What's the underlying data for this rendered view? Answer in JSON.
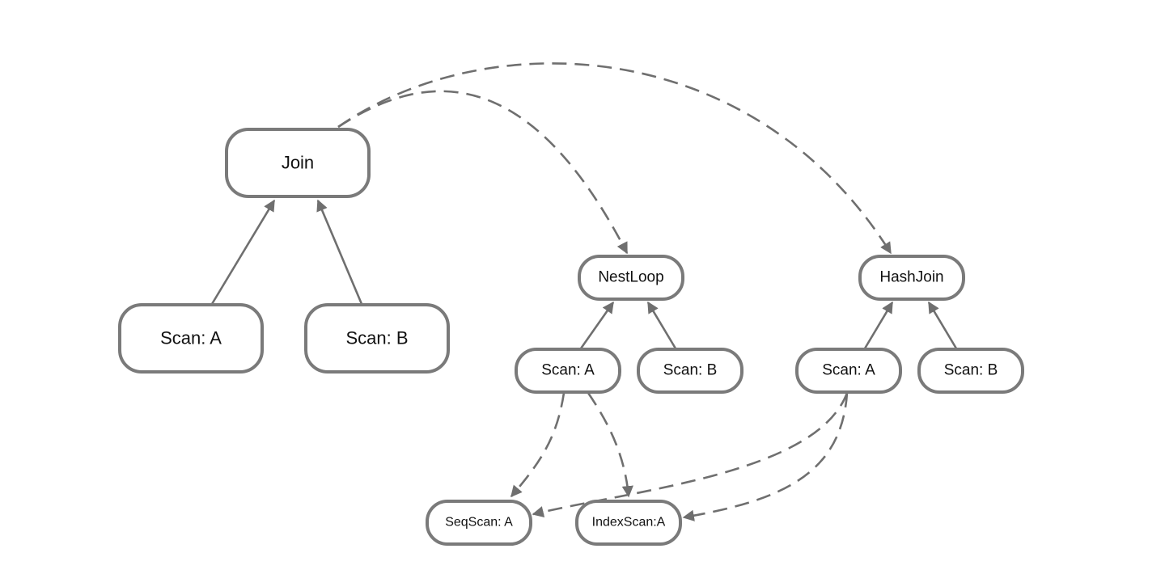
{
  "diagram": {
    "nodes": [
      {
        "id": "join",
        "label": "Join"
      },
      {
        "id": "scan_a_1",
        "label": "Scan: A"
      },
      {
        "id": "scan_b_1",
        "label": "Scan: B"
      },
      {
        "id": "nestloop",
        "label": "NestLoop"
      },
      {
        "id": "scan_a_2",
        "label": "Scan: A"
      },
      {
        "id": "scan_b_2",
        "label": "Scan: B"
      },
      {
        "id": "hashjoin",
        "label": "HashJoin"
      },
      {
        "id": "scan_a_3",
        "label": "Scan: A"
      },
      {
        "id": "scan_b_3",
        "label": "Scan: B"
      },
      {
        "id": "seqscan_a",
        "label": "SeqScan: A"
      },
      {
        "id": "indexscan_a",
        "label": "IndexScan:A"
      }
    ],
    "edges": [
      {
        "from": "scan_a_1",
        "to": "join",
        "style": "solid"
      },
      {
        "from": "scan_b_1",
        "to": "join",
        "style": "solid"
      },
      {
        "from": "scan_a_2",
        "to": "nestloop",
        "style": "solid"
      },
      {
        "from": "scan_b_2",
        "to": "nestloop",
        "style": "solid"
      },
      {
        "from": "scan_a_3",
        "to": "hashjoin",
        "style": "solid"
      },
      {
        "from": "scan_b_3",
        "to": "hashjoin",
        "style": "solid"
      },
      {
        "from": "join",
        "to": "nestloop",
        "style": "dashed"
      },
      {
        "from": "join",
        "to": "hashjoin",
        "style": "dashed"
      },
      {
        "from": "scan_a_2",
        "to": "seqscan_a",
        "style": "dashed"
      },
      {
        "from": "scan_a_2",
        "to": "indexscan_a",
        "style": "dashed"
      },
      {
        "from": "scan_a_3",
        "to": "seqscan_a",
        "style": "dashed"
      },
      {
        "from": "scan_a_3",
        "to": "indexscan_a",
        "style": "dashed"
      }
    ],
    "colors": {
      "stroke": "#7a7a7a",
      "edge": "#6f6f6f",
      "text": "#111111",
      "background": "#ffffff"
    }
  }
}
